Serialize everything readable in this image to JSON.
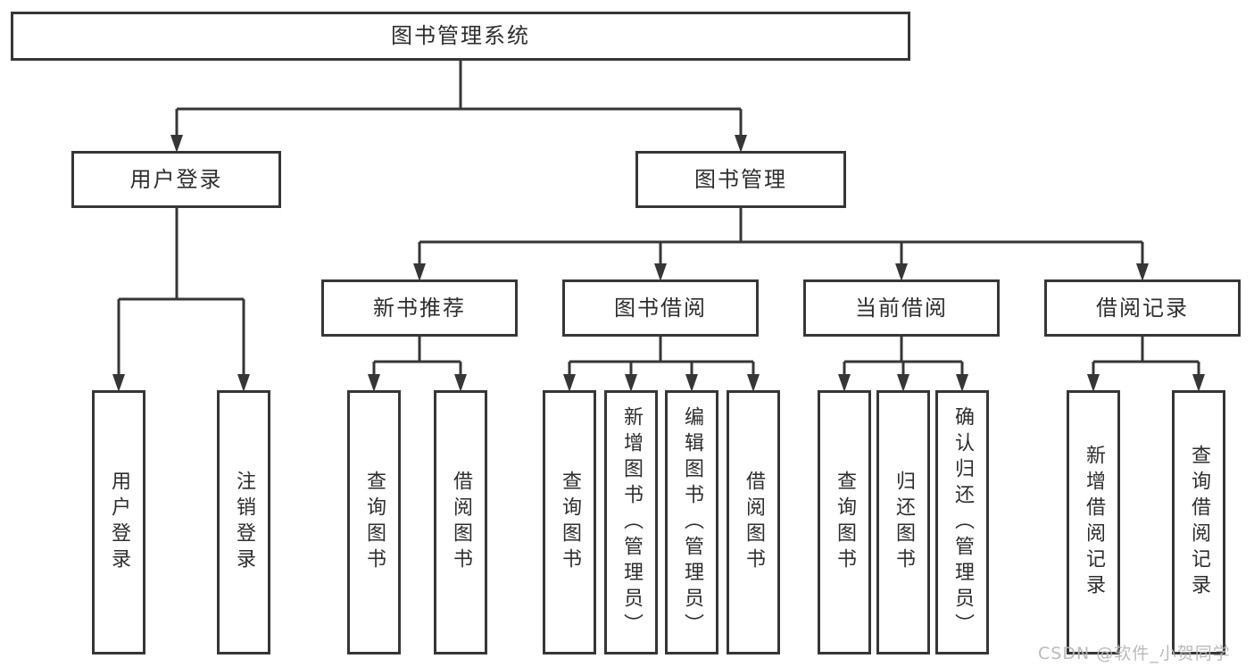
{
  "tree": {
    "label": "图书管理系统",
    "children": [
      {
        "label": "用户登录",
        "children": [
          {
            "label": "用户登录"
          },
          {
            "label": "注销登录"
          }
        ]
      },
      {
        "label": "图书管理",
        "children": [
          {
            "label": "新书推荐",
            "children": [
              {
                "label": "查询图书"
              },
              {
                "label": "借阅图书"
              }
            ]
          },
          {
            "label": "图书借阅",
            "children": [
              {
                "label": "查询图书"
              },
              {
                "label": "新增图书（管理员）"
              },
              {
                "label": "编辑图书（管理员）"
              },
              {
                "label": "借阅图书"
              }
            ]
          },
          {
            "label": "当前借阅",
            "children": [
              {
                "label": "查询图书"
              },
              {
                "label": "归还图书"
              },
              {
                "label": "确认归还（管理员）"
              }
            ]
          },
          {
            "label": "借阅记录",
            "children": [
              {
                "label": "新增借阅记录"
              },
              {
                "label": "查询借阅记录"
              }
            ]
          }
        ]
      }
    ]
  },
  "watermark": {
    "text": "CSDN @软件_小贺同学"
  },
  "colors": {
    "line": "#363636",
    "node_border": "#363636",
    "text": "#2e2e2e",
    "watermark": "#b6b6b6",
    "background": "#ffffff"
  }
}
